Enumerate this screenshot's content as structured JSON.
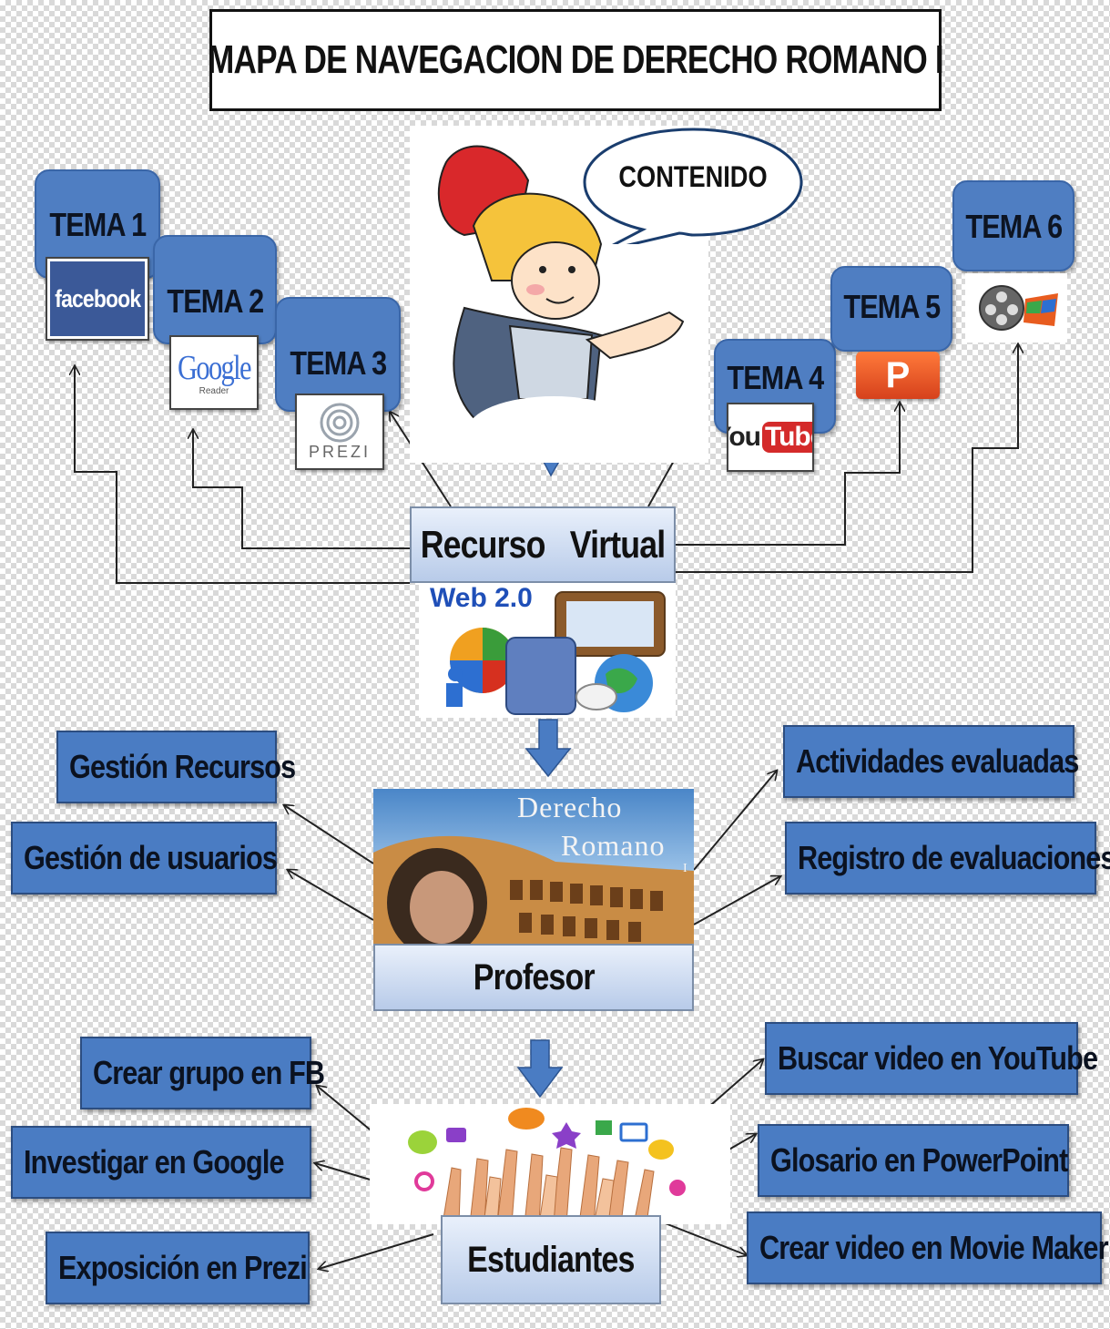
{
  "title": "MAPA DE NAVEGACION DE DERECHO ROMANO I",
  "bubble": "CONTENIDO",
  "temas": [
    {
      "label": "TEMA 1",
      "logo": "facebook"
    },
    {
      "label": "TEMA 2",
      "logo": "Google",
      "logo_sub": "Reader"
    },
    {
      "label": "TEMA 3",
      "logo": "PREZI"
    },
    {
      "label": "TEMA 4",
      "logo_a": "You",
      "logo_b": "Tube"
    },
    {
      "label": "TEMA 5",
      "logo": "P"
    },
    {
      "label": "TEMA 6",
      "logo": "movie-maker-icon"
    }
  ],
  "center": {
    "recurso": "Recurso   Virtual",
    "web": "Web 2.0",
    "photo_title_1": "Derecho",
    "photo_title_2": "Romano",
    "photo_title_3": "I",
    "profesor": "Profesor",
    "estudiantes": "Estudiantes"
  },
  "profesor_left": [
    "Gestión Recursos",
    "Gestión de usuarios"
  ],
  "profesor_right": [
    "Actividades evaluadas",
    "Registro de evaluaciones"
  ],
  "estudiantes_left": [
    "Crear grupo en FB",
    "Investigar en Google",
    "Exposición en Prezi"
  ],
  "estudiantes_right": [
    "Buscar video en YouTube",
    "Glosario en PowerPoint",
    "Crear video en Movie Maker"
  ],
  "colors": {
    "box_blue": "#4a7cc3",
    "arrow_blue": "#4a7cc3"
  }
}
